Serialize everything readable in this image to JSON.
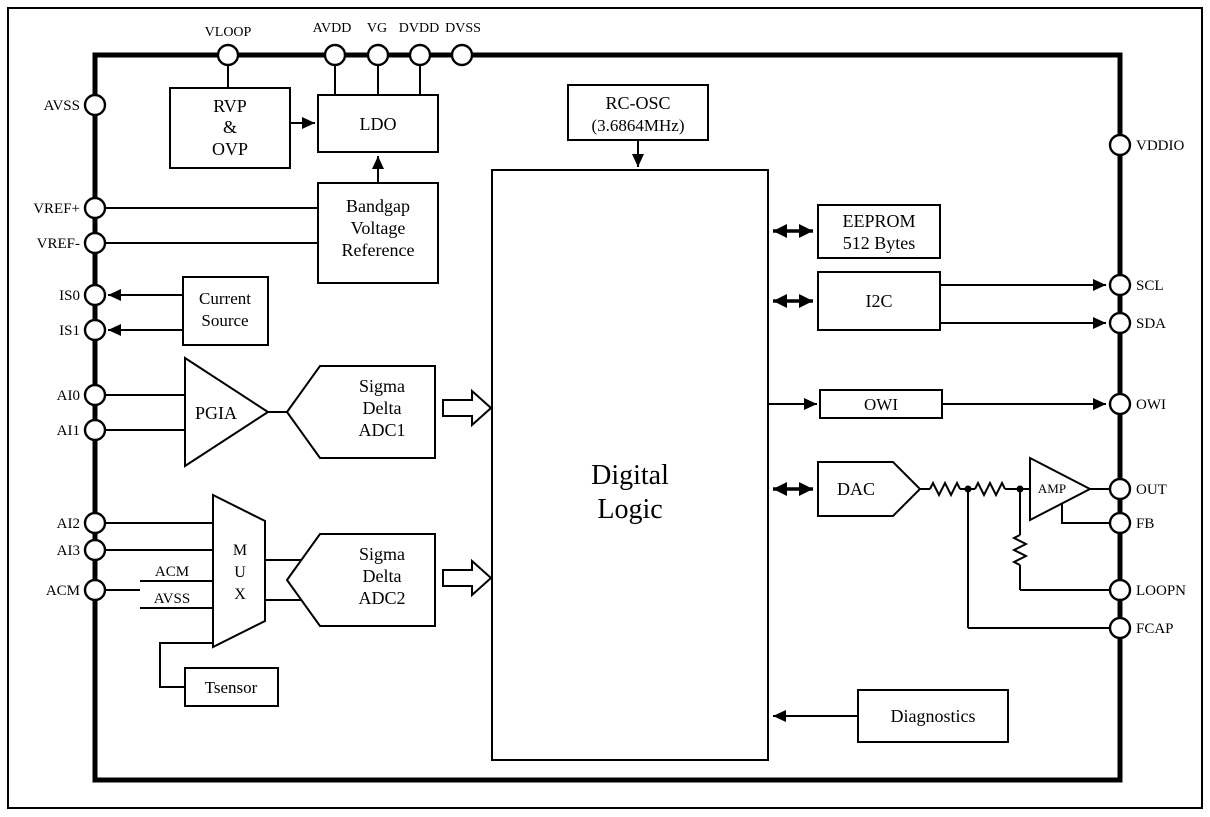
{
  "colors": {
    "ink": "#000000",
    "background": "#ffffff"
  },
  "blocks": {
    "rvp_ovp": {
      "lines": [
        "RVP",
        "&",
        "OVP"
      ]
    },
    "ldo": {
      "label": "LDO"
    },
    "bandgap": {
      "lines": [
        "Bandgap",
        "Voltage",
        "Reference"
      ]
    },
    "current_source": {
      "lines": [
        "Current",
        "Source"
      ]
    },
    "pgia": {
      "label": "PGIA"
    },
    "adc1": {
      "lines": [
        "Sigma",
        "Delta",
        "ADC1"
      ]
    },
    "mux": {
      "letters": [
        "M",
        "U",
        "X"
      ],
      "input_labels": [
        "ACM",
        "AVSS"
      ]
    },
    "adc2": {
      "lines": [
        "Sigma",
        "Delta",
        "ADC2"
      ]
    },
    "tsensor": {
      "label": "Tsensor"
    },
    "rc_osc": {
      "lines": [
        "RC-OSC",
        "(3.6864MHz)"
      ]
    },
    "digital_logic": {
      "lines": [
        "Digital",
        "Logic"
      ]
    },
    "eeprom": {
      "lines": [
        "EEPROM",
        "512 Bytes"
      ]
    },
    "i2c": {
      "label": "I2C"
    },
    "owi": {
      "label": "OWI"
    },
    "dac": {
      "label": "DAC"
    },
    "amp": {
      "label": "AMP"
    },
    "diagnostics": {
      "label": "Diagnostics"
    }
  },
  "pins": {
    "top": [
      {
        "label": "VLOOP"
      },
      {
        "label": "AVDD"
      },
      {
        "label": "VG"
      },
      {
        "label": "DVDD"
      },
      {
        "label": "DVSS"
      }
    ],
    "left": [
      {
        "label": "AVSS"
      },
      {
        "label": "VREF+"
      },
      {
        "label": "VREF-"
      },
      {
        "label": "IS0"
      },
      {
        "label": "IS1"
      },
      {
        "label": "AI0"
      },
      {
        "label": "AI1"
      },
      {
        "label": "AI2"
      },
      {
        "label": "AI3"
      },
      {
        "label": "ACM"
      }
    ],
    "right": [
      {
        "label": "VDDIO"
      },
      {
        "label": "SCL"
      },
      {
        "label": "SDA"
      },
      {
        "label": "OWI"
      },
      {
        "label": "OUT"
      },
      {
        "label": "FB"
      },
      {
        "label": "LOOPN"
      },
      {
        "label": "FCAP"
      }
    ]
  }
}
